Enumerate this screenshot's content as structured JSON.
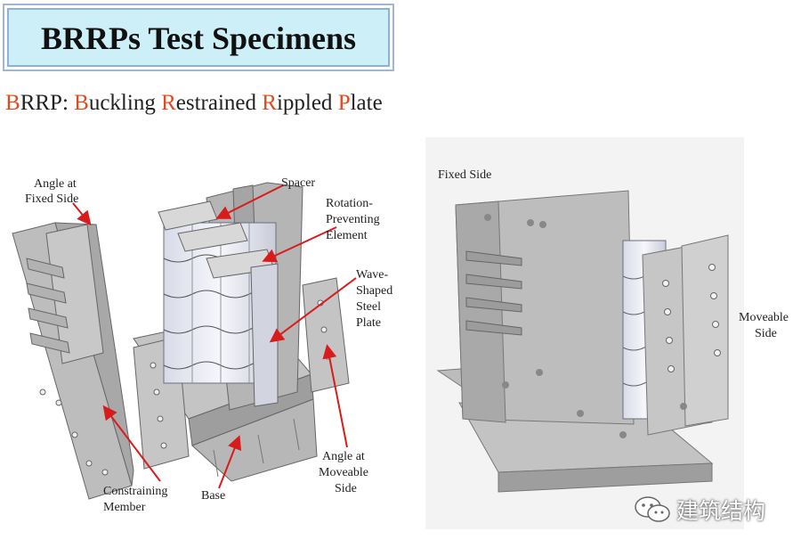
{
  "header": {
    "title": "BRRPs Test Specimens"
  },
  "subtitle": {
    "parts": [
      {
        "text": "B",
        "red": true
      },
      {
        "text": "RRP: ",
        "red": false
      },
      {
        "text": "B",
        "red": true
      },
      {
        "text": "uckling ",
        "red": false
      },
      {
        "text": "R",
        "red": true
      },
      {
        "text": "estrained ",
        "red": false
      },
      {
        "text": "R",
        "red": true
      },
      {
        "text": "ippled ",
        "red": false
      },
      {
        "text": "P",
        "red": true
      },
      {
        "text": "late",
        "red": false
      }
    ]
  },
  "left_diagram": {
    "labels": {
      "angle_fixed_1": "Angle at",
      "angle_fixed_2": "Fixed Side",
      "spacer": "Spacer",
      "rotation_1": "Rotation-",
      "rotation_2": "Preventing",
      "rotation_3": "Element",
      "wave_1": "Wave-",
      "wave_2": "Shaped",
      "wave_3": "Steel",
      "wave_4": "Plate",
      "angle_moveable_1": "Angle at",
      "angle_moveable_2": "Moveable",
      "angle_moveable_3": "Side",
      "constraining_1": "Constraining",
      "constraining_2": "Member",
      "base": "Base"
    }
  },
  "right_photo": {
    "fixed_side": "Fixed Side",
    "moveable_1": "Moveable",
    "moveable_2": "Side"
  },
  "watermark": {
    "text": "建筑结构"
  },
  "colors": {
    "accent_red": "#e04a1c",
    "arrow_red": "#d81c1c",
    "title_bg": "#cdeff8"
  }
}
